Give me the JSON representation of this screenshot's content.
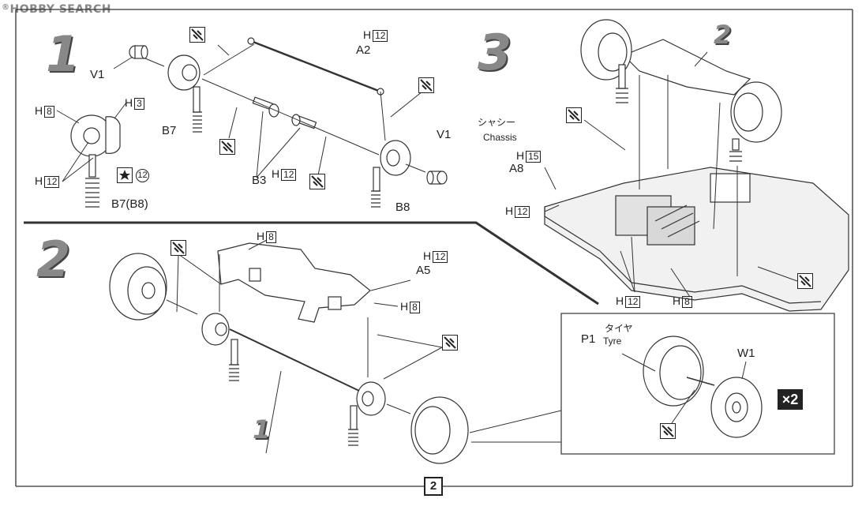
{
  "watermark": "HOBBY SEARCH",
  "watermark_mark": "®",
  "steps": [
    "1",
    "2",
    "3",
    "2",
    "1"
  ],
  "page_number": "2",
  "multiplier": "×2",
  "parts": {
    "V1_a": "V1",
    "V1_b": "V1",
    "A2": "A2",
    "B7": "B7",
    "B7B8": "B7(B8)",
    "B3": "B3",
    "B8": "B8",
    "A5": "A5",
    "A8": "A8",
    "P1": "P1",
    "W1": "W1"
  },
  "hex_labels": {
    "h12_a": "12",
    "h8_a": "8",
    "h3": "3",
    "h12_b": "12",
    "h12_c": "12",
    "h8_b": "8",
    "h12_d": "12",
    "h8_c": "8",
    "h15": "15",
    "h12_e": "12",
    "h12_f": "12",
    "h8_d": "8"
  },
  "hex_prefix": "H",
  "paint_callout": "12",
  "chassis_jp": "シャシー",
  "chassis_en": "Chassis",
  "tyre_jp": "タイヤ",
  "tyre_en": "Tyre"
}
